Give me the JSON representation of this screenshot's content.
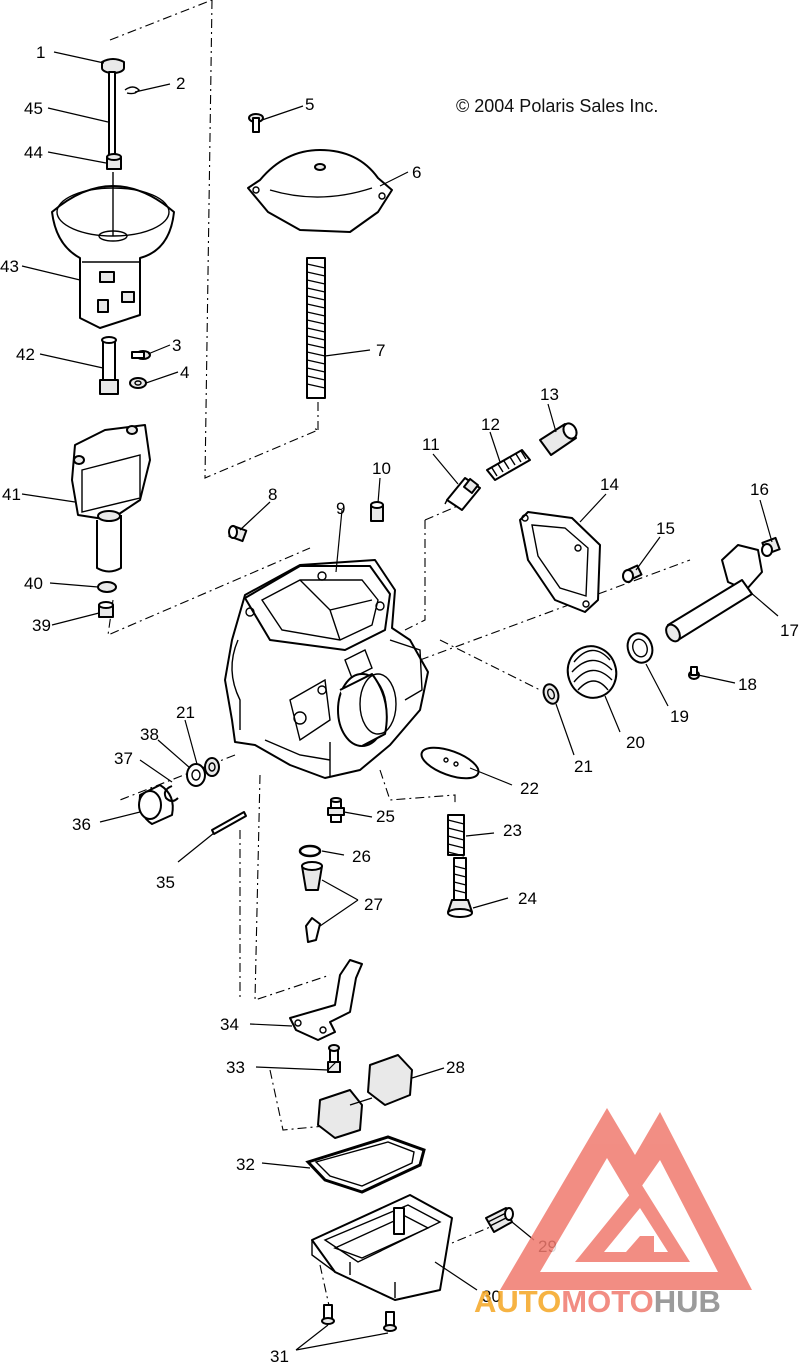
{
  "copyright": "© 2004 Polaris Sales Inc.",
  "watermark": {
    "part1": "AUTO",
    "part2": "MOTO",
    "part3": "HUB",
    "colors": {
      "logo": "#f07a6e",
      "auto": "#f5a623",
      "moto": "#f07a6e",
      "hub": "#8a8a8a"
    }
  },
  "callouts": {
    "n1": "1",
    "n2": "2",
    "n3": "3",
    "n4": "4",
    "n5": "5",
    "n6": "6",
    "n7": "7",
    "n8": "8",
    "n9": "9",
    "n10": "10",
    "n11": "11",
    "n12": "12",
    "n13": "13",
    "n14": "14",
    "n15": "15",
    "n16": "16",
    "n17": "17",
    "n18": "18",
    "n19": "19",
    "n20": "20",
    "n21a": "21",
    "n21b": "21",
    "n22": "22",
    "n23": "23",
    "n24": "24",
    "n25": "25",
    "n26": "26",
    "n27": "27",
    "n28": "28",
    "n29": "29",
    "n30": "30",
    "n31": "31",
    "n32": "32",
    "n33": "33",
    "n34": "34",
    "n35": "35",
    "n36": "36",
    "n37": "37",
    "n38": "38",
    "n39": "39",
    "n40": "40",
    "n41": "41",
    "n42": "42",
    "n43": "43",
    "n44": "44",
    "n45": "45"
  }
}
